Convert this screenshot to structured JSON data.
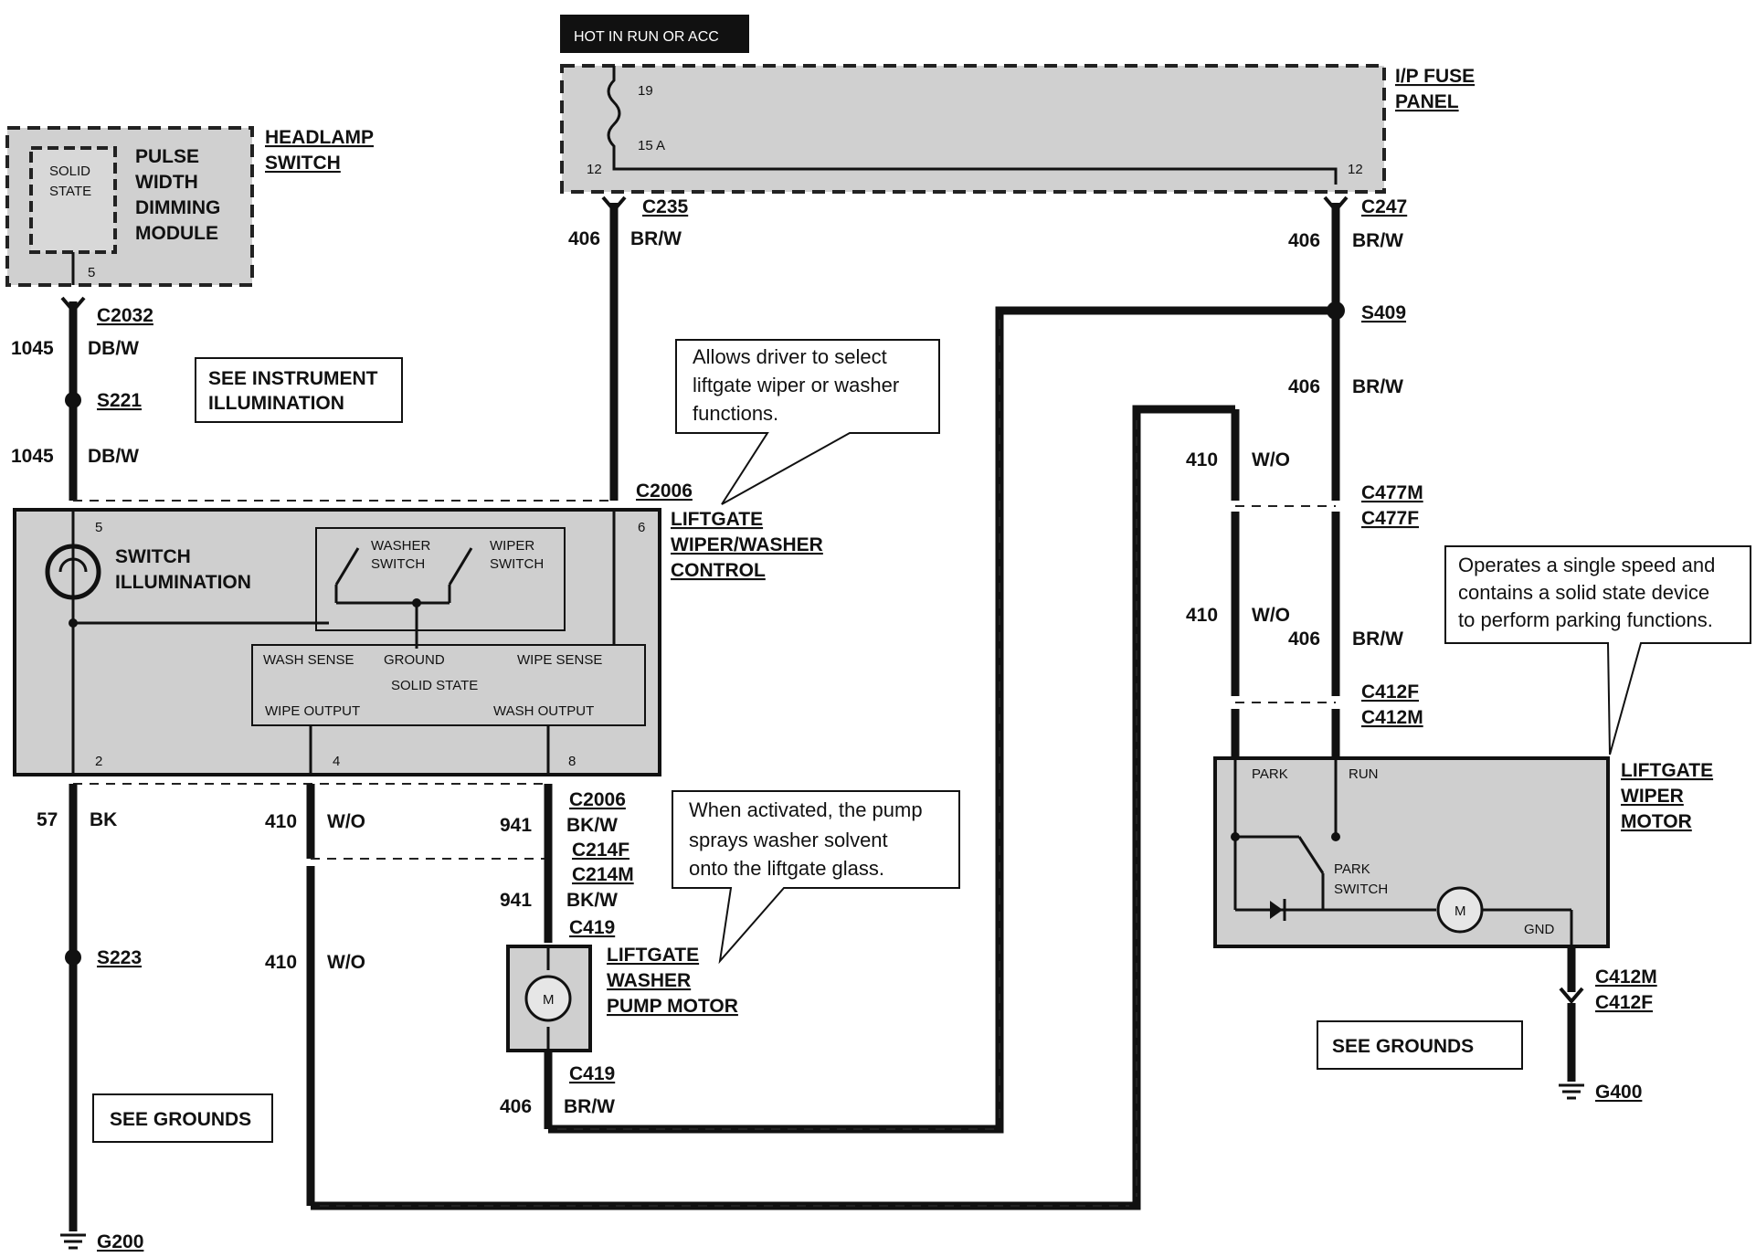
{
  "hot_label": "HOT IN RUN OR ACC",
  "fuse_panel": {
    "title_line1": "I/P FUSE",
    "title_line2": "PANEL",
    "pin_in": "19",
    "fuse": "15 A",
    "pin_a": "12",
    "pin_b": "12"
  },
  "headlamp_switch": {
    "title_line1": "HEADLAMP",
    "title_line2": "SWITCH",
    "solid_state_1": "SOLID",
    "solid_state_2": "STATE",
    "module_1": "PULSE",
    "module_2": "WIDTH",
    "module_3": "DIMMING",
    "module_4": "MODULE",
    "pin": "5"
  },
  "connectors": {
    "c2032": "C2032",
    "s221": "S221",
    "c235": "C235",
    "c247": "C247",
    "s409": "S409",
    "c2006_top": "C2006",
    "c2006_bottom": "C2006",
    "c477m": "C477M",
    "c477f": "C477F",
    "c412f": "C412F",
    "c412m": "C412M",
    "c214f": "C214F",
    "c214m": "C214M",
    "c419_top": "C419",
    "c419_bottom": "C419",
    "s223": "S223",
    "g200": "G200",
    "c412m_b": "C412M",
    "c412f_b": "C412F",
    "g400": "G400"
  },
  "wires": {
    "w1045_a_num": "1045",
    "w1045_a_col": "DB/W",
    "w1045_b_num": "1045",
    "w1045_b_col": "DB/W",
    "w406_a_num": "406",
    "w406_a_col": "BR/W",
    "w406_b_num": "406",
    "w406_b_col": "BR/W",
    "w406_c_num": "406",
    "w406_c_col": "BR/W",
    "w406_d_num": "406",
    "w406_d_col": "BR/W",
    "w406_e_num": "406",
    "w406_e_col": "BR/W",
    "w410_a_num": "410",
    "w410_a_col": "W/O",
    "w410_b_num": "410",
    "w410_b_col": "W/O",
    "w410_c_num": "410",
    "w410_c_col": "W/O",
    "w410_d_num": "410",
    "w410_d_col": "W/O",
    "w57_num": "57",
    "w57_col": "BK",
    "w941_a_num": "941",
    "w941_a_col": "BK/W",
    "w941_b_num": "941",
    "w941_b_col": "BK/W"
  },
  "see_instrument_1": "SEE INSTRUMENT",
  "see_instrument_2": "ILLUMINATION",
  "see_grounds_left": "SEE GROUNDS",
  "see_grounds_right": "SEE GROUNDS",
  "control": {
    "title_line1": "LIFTGATE",
    "title_line2": "WIPER/WASHER",
    "title_line3": "CONTROL",
    "illum_1": "SWITCH",
    "illum_2": "ILLUMINATION",
    "washer_1": "WASHER",
    "washer_2": "SWITCH",
    "wiper_1": "WIPER",
    "wiper_2": "SWITCH",
    "wash_sense": "WASH SENSE",
    "ground": "GROUND",
    "wipe_sense": "WIPE SENSE",
    "solid_state": "SOLID STATE",
    "wipe_output": "WIPE OUTPUT",
    "wash_output": "WASH OUTPUT",
    "pin5": "5",
    "pin6": "6",
    "pin2": "2",
    "pin4": "4",
    "pin8": "8"
  },
  "pump": {
    "title_line1": "LIFTGATE",
    "title_line2": "WASHER",
    "title_line3": "PUMP MOTOR",
    "m": "M"
  },
  "motor": {
    "title_line1": "LIFTGATE",
    "title_line2": "WIPER",
    "title_line3": "MOTOR",
    "park": "PARK",
    "run": "RUN",
    "park_switch_1": "PARK",
    "park_switch_2": "SWITCH",
    "gnd": "GND",
    "m": "M"
  },
  "notes": {
    "n1_1": "Allows driver to select",
    "n1_2": "liftgate wiper or washer",
    "n1_3": "functions.",
    "n2_1": "Operates a single speed and",
    "n2_2": "contains a solid state device",
    "n2_3": "to perform parking functions.",
    "n3_1": "When activated, the pump",
    "n3_2": "sprays washer solvent",
    "n3_3": "onto the liftgate glass."
  }
}
